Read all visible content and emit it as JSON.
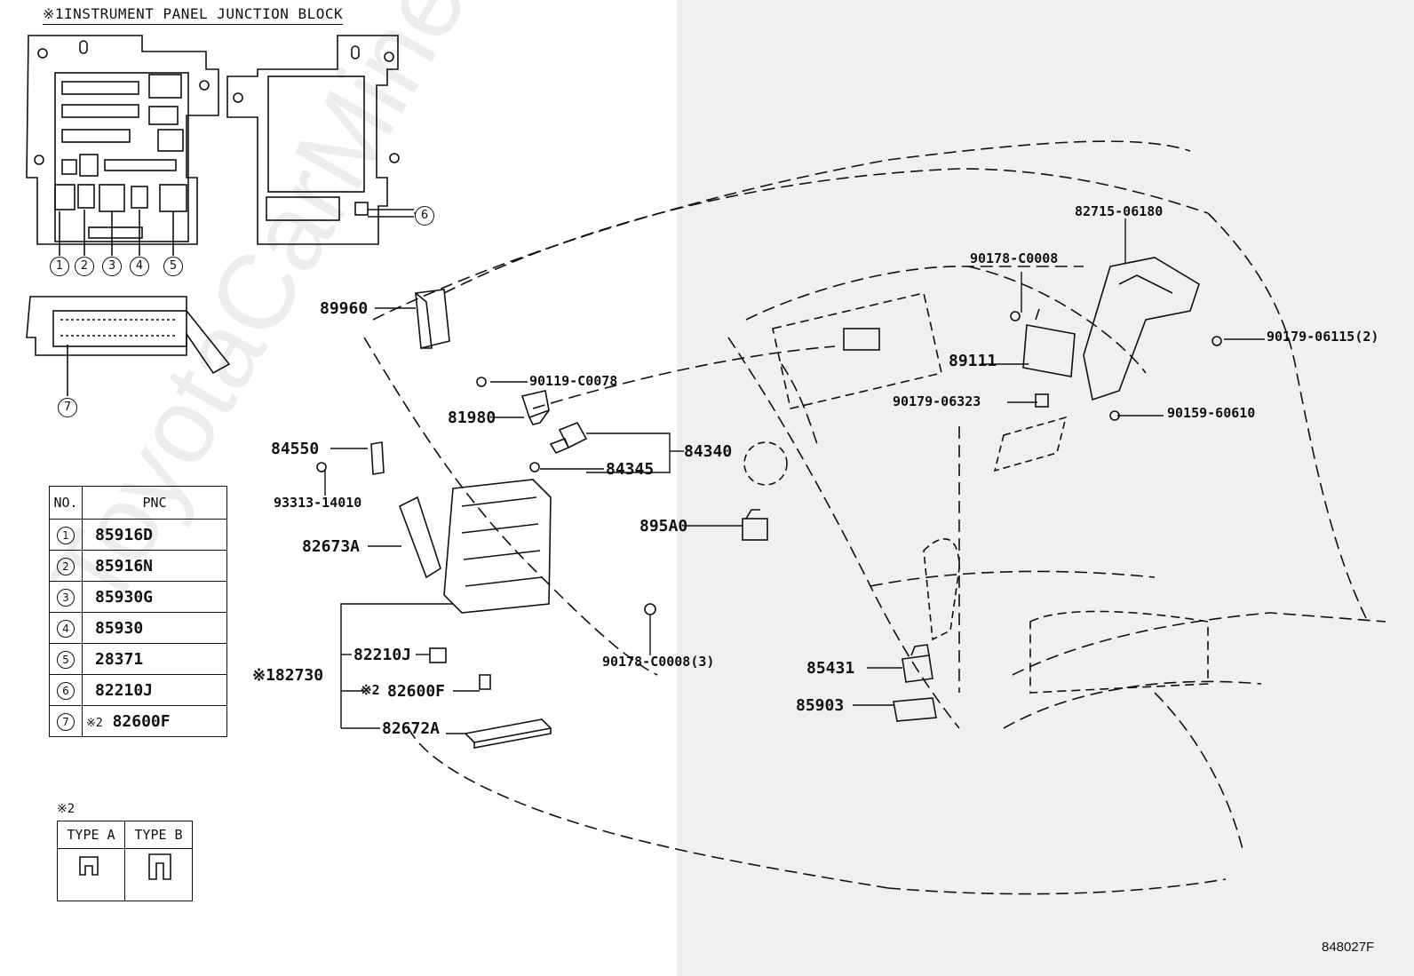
{
  "title": "※1INSTRUMENT PANEL JUNCTION BLOCK",
  "junction_block_callouts": [
    "1",
    "2",
    "3",
    "4",
    "5",
    "6",
    "7"
  ],
  "pnc_table": {
    "headers": [
      "NO.",
      "PNC"
    ],
    "rows": [
      {
        "no": "1",
        "mark": "",
        "pnc": "85916D"
      },
      {
        "no": "2",
        "mark": "",
        "pnc": "85916N"
      },
      {
        "no": "3",
        "mark": "",
        "pnc": "85930G"
      },
      {
        "no": "4",
        "mark": "",
        "pnc": "85930"
      },
      {
        "no": "5",
        "mark": "",
        "pnc": "28371"
      },
      {
        "no": "6",
        "mark": "",
        "pnc": "82210J"
      },
      {
        "no": "7",
        "mark": "※2",
        "pnc": "82600F"
      }
    ]
  },
  "type_table": {
    "note": "※2",
    "type_a": "TYPE A",
    "type_b": "TYPE B"
  },
  "part_labels": {
    "p89960": "89960",
    "p90119": "90119-C0078",
    "p81980": "81980",
    "p84550": "84550",
    "p93313": "93313-14010",
    "p84340": "84340",
    "p84345": "84345",
    "p895A0": "895A0",
    "p82673A": "82673A",
    "p82210J": "82210J",
    "p82730": "※182730",
    "p82600F_mark": "※2",
    "p82600F": "82600F",
    "p82672A": "82672A",
    "p90178_3": "90178-C0008(3)",
    "p85431": "85431",
    "p85903": "85903",
    "p82715": "82715-06180",
    "p90178": "90178-C0008",
    "p90179_2": "90179-06115(2)",
    "p89111": "89111",
    "p90179_06323": "90179-06323",
    "p90159": "90159-60610"
  },
  "drawing_code": "848027F",
  "watermark": "ToyotaCarMine.ru",
  "colors": {
    "line": "#111111",
    "right_panel_bg": "#f0f0f0",
    "page_bg": "#ffffff"
  }
}
